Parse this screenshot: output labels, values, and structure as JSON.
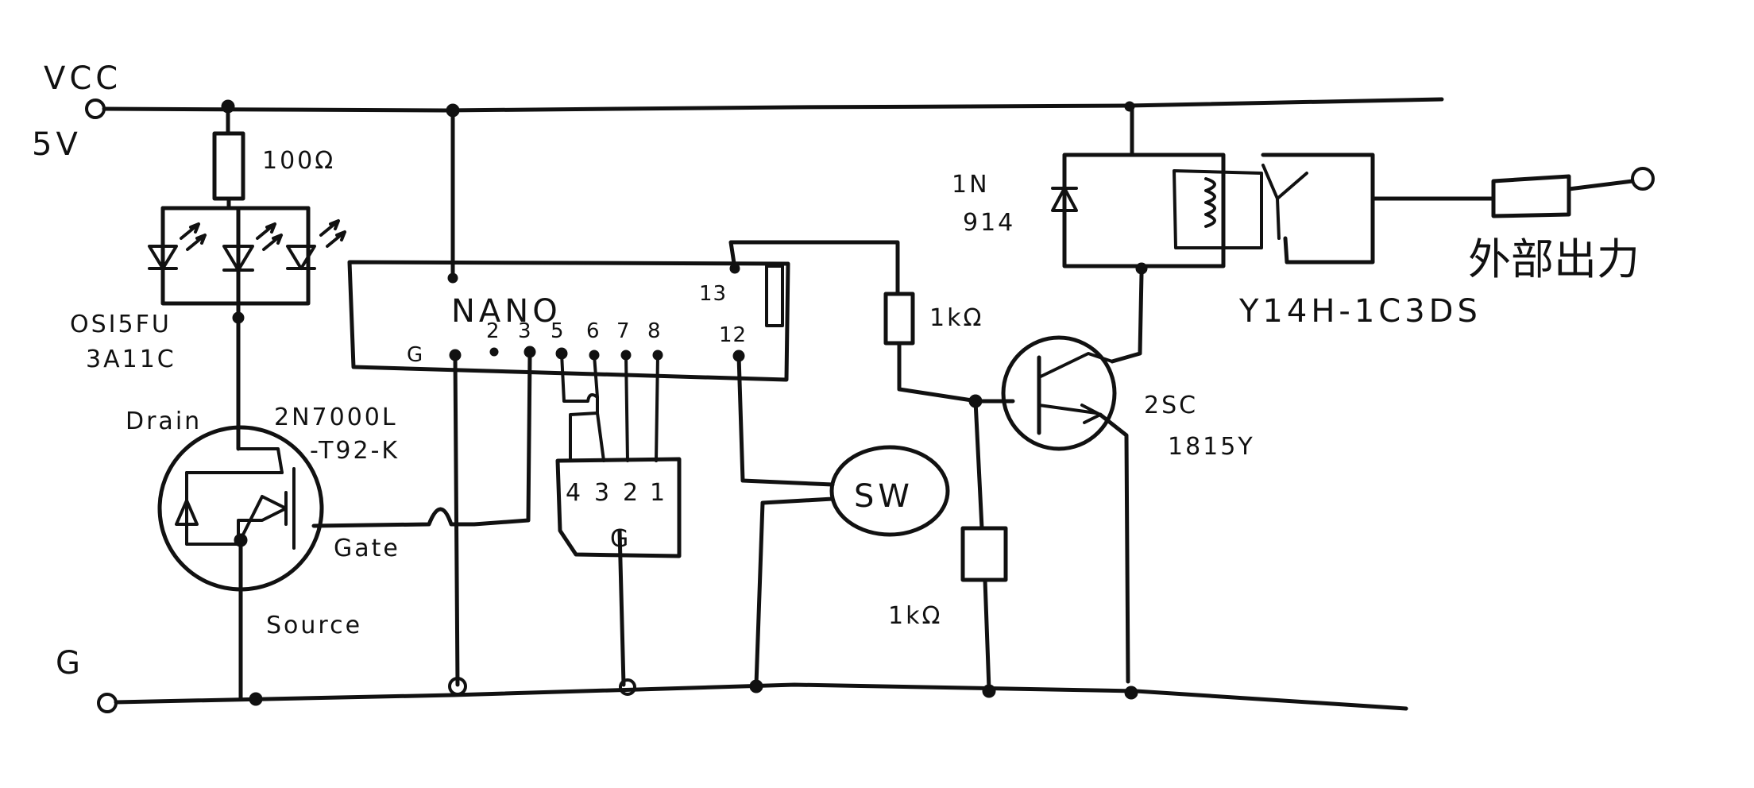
{
  "power": {
    "vcc_label": "VCC",
    "vcc_voltage": "5V",
    "ground_label": "G"
  },
  "resistors": {
    "r_led": "100Ω",
    "r_base_upper": "1kΩ",
    "r_base_lower": "1kΩ"
  },
  "leds": {
    "part": "OSI5FU",
    "part_suffix": "3A11C"
  },
  "mosfet": {
    "part": "2N7000L",
    "part_suffix": "-T92-K",
    "drain": "Drain",
    "gate": "Gate",
    "source": "Source"
  },
  "nano": {
    "label": "NANO",
    "pin_g": "G",
    "pin_2": "2",
    "pin_3": "3",
    "pin_5": "5",
    "pin_6": "6",
    "pin_7": "7",
    "pin_8": "8",
    "pin_13": "13",
    "pin_12": "12"
  },
  "dip_switch": {
    "pins": [
      "4",
      "3",
      "2",
      "1"
    ],
    "common": "G"
  },
  "switch": {
    "label": "SW"
  },
  "diode": {
    "part": "1N",
    "part_suffix": "914"
  },
  "relay": {
    "part": "Y14H-1C3DS"
  },
  "transistor": {
    "part": "2SC",
    "part_suffix": "1815Y"
  },
  "external": {
    "label": "外部出力"
  }
}
